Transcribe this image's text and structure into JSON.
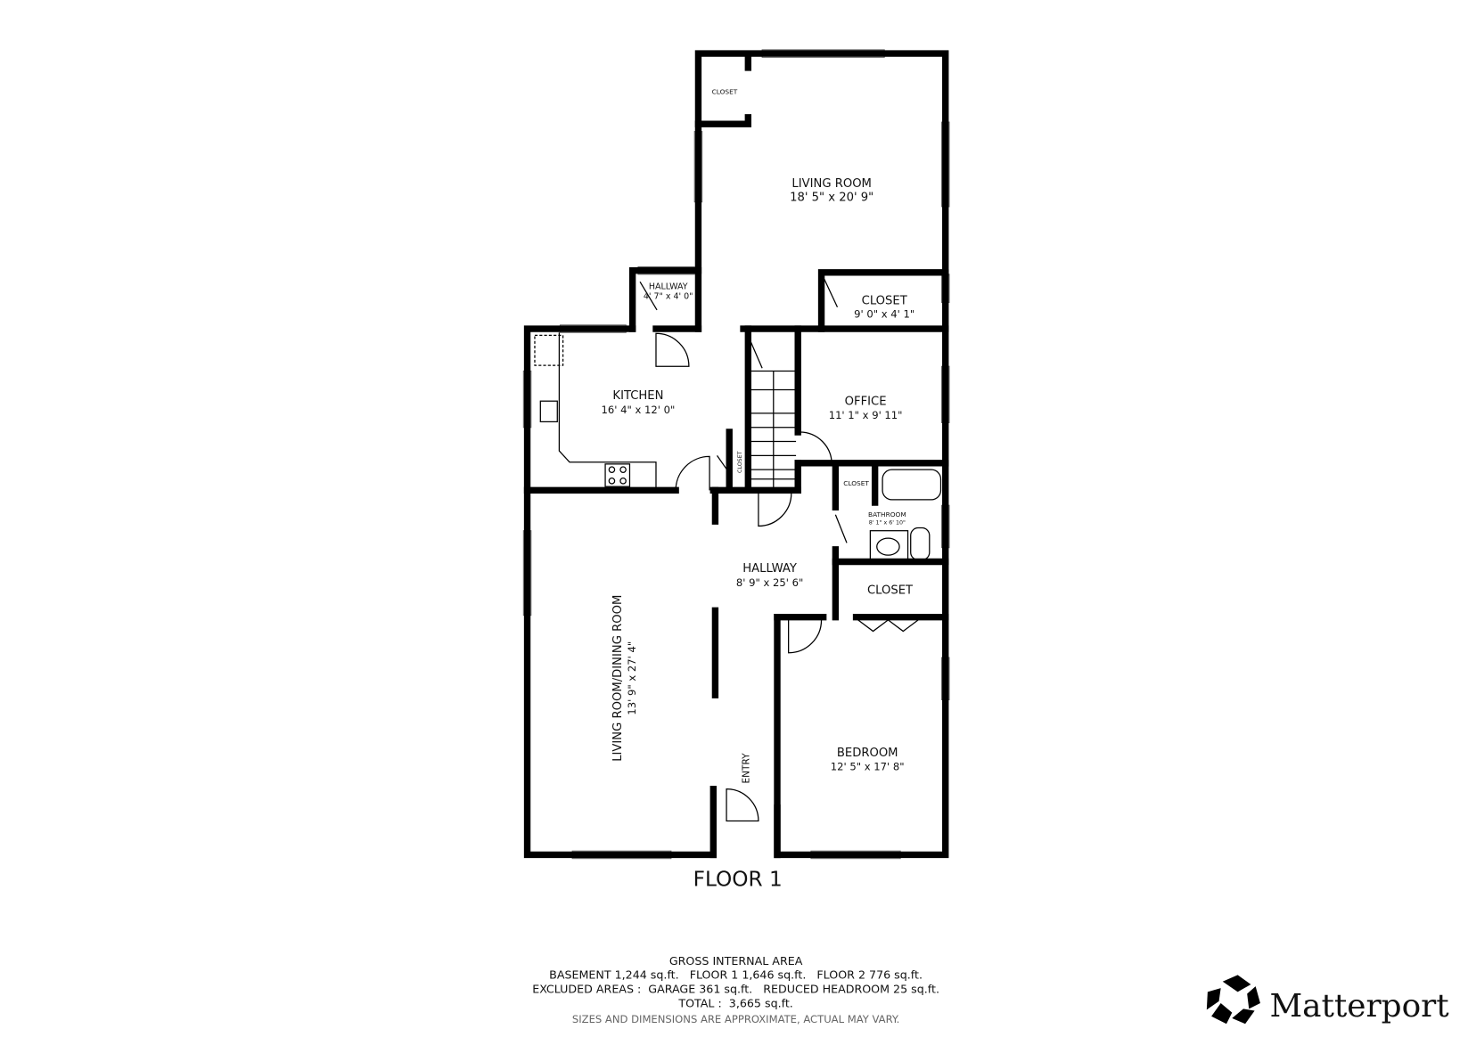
{
  "plan": {
    "floor_label": "FLOOR 1",
    "rooms": [
      {
        "name": "CLOSET",
        "dims": ""
      },
      {
        "name": "LIVING ROOM",
        "dims": "18' 5\" x 20' 9\""
      },
      {
        "name": "HALLWAY",
        "dims": "4' 7\" x 4' 0\""
      },
      {
        "name": "CLOSET",
        "dims": "9' 0\" x 4' 1\""
      },
      {
        "name": "KITCHEN",
        "dims": "16' 4\" x 12' 0\""
      },
      {
        "name": "OFFICE",
        "dims": "11' 1\" x 9' 11\""
      },
      {
        "name": "CLOSET",
        "dims": ""
      },
      {
        "name": "CLOSET",
        "dims": ""
      },
      {
        "name": "BATHROOM",
        "dims": "8' 1\" x 6' 10\""
      },
      {
        "name": "HALLWAY",
        "dims": "8' 9\" x 25' 6\""
      },
      {
        "name": "CLOSET",
        "dims": ""
      },
      {
        "name": "LIVING ROOM/DINING ROOM",
        "dims": "13' 9\" x 27' 4\""
      },
      {
        "name": "ENTRY",
        "dims": ""
      },
      {
        "name": "BEDROOM",
        "dims": "12' 5\" x 17' 8\""
      }
    ]
  },
  "area": {
    "heading": "GROSS INTERNAL AREA",
    "line1": "BASEMENT 1,244 sq.ft.   FLOOR 1 1,646 sq.ft.   FLOOR 2 776 sq.ft.",
    "line2": "EXCLUDED AREAS :  GARAGE 361 sq.ft.   REDUCED HEADROOM 25 sq.ft.",
    "line3": "TOTAL :  3,665 sq.ft.",
    "disclaimer": "SIZES AND DIMENSIONS ARE APPROXIMATE, ACTUAL MAY VARY."
  },
  "logo": {
    "text": "Matterport"
  }
}
